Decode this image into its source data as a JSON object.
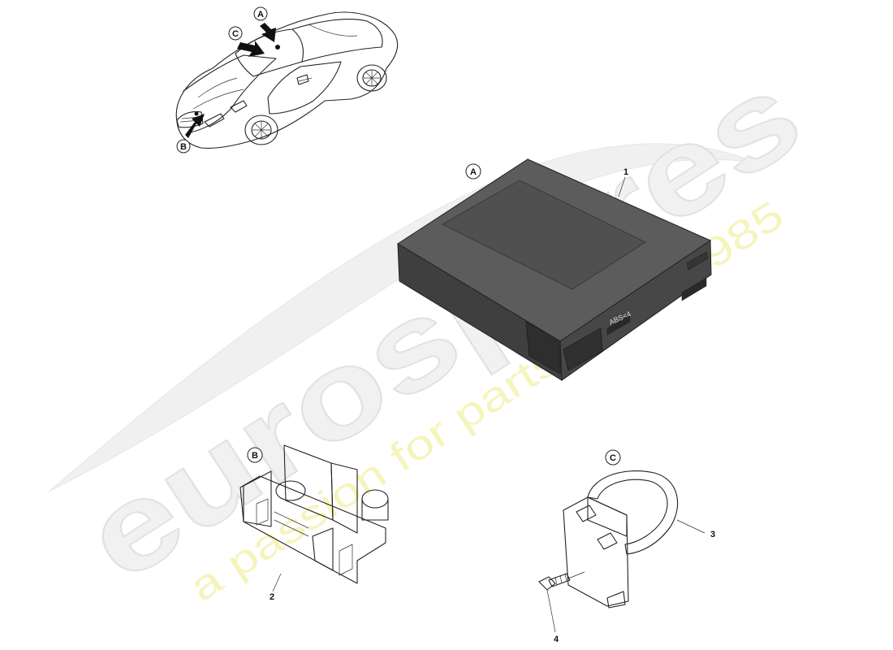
{
  "watermark": {
    "logo_text": "eurospares",
    "tagline": "a passion for parts since 1985"
  },
  "callouts": {
    "car_a": "A",
    "car_b": "B",
    "car_c": "C",
    "detail_a": "A",
    "detail_b": "B",
    "detail_c": "C"
  },
  "parts": {
    "p1": "1",
    "p2": "2",
    "p3": "3",
    "p4": "4"
  },
  "module_label": "ABS<4",
  "colors": {
    "module_body": "#4a4a4a",
    "module_top": "#5c5c5c",
    "line": "#222222"
  }
}
